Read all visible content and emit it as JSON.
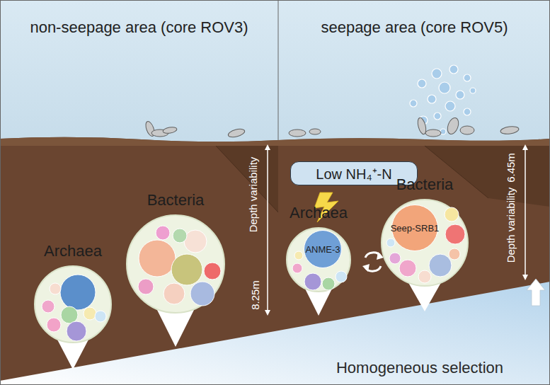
{
  "diagram": {
    "nodes": [
      {
        "text": [
          "non-seepage area (core ROV3)"
        ]
      },
      {
        "text": [
          "Archaea"
        ],
        "in": 0
      },
      {
        "text": [
          "Bacteria"
        ],
        "in": 0
      },
      {
        "text": [
          "seepage area (core ROV5)"
        ]
      },
      {
        "text": [
          "Low NH₄⁺-N"
        ],
        "in": 3
      },
      {
        "text": [
          "Archaea"
        ],
        "in": 3
      },
      {
        "text": [
          "ANME-3"
        ],
        "in": 5
      },
      {
        "text": [
          "Bacteria"
        ],
        "in": 3
      },
      {
        "text": [
          "Seep-SRB1"
        ],
        "in": 7
      }
    ],
    "labels": [
      "Depth variability",
      "8.25m",
      "Depth variability",
      "6.45m",
      "Homogeneous selection"
    ]
  }
}
